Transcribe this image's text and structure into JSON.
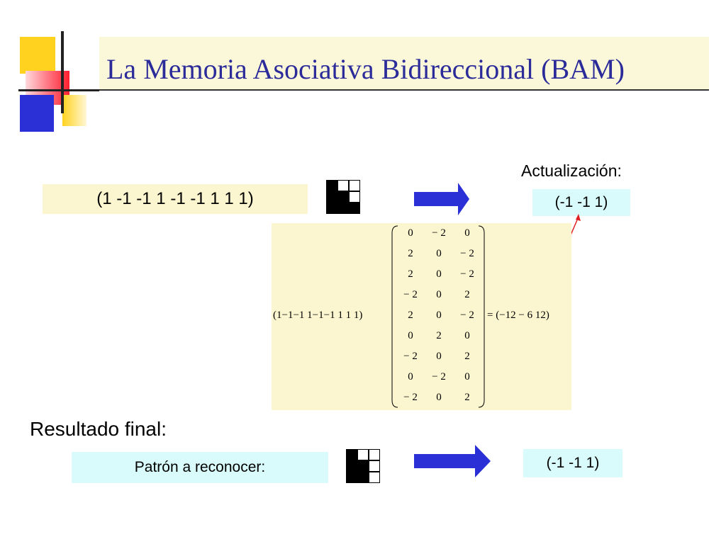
{
  "title": "La Memoria Asociativa Bidireccional (BAM)",
  "input_vector": "(1 -1 -1 1 -1 -1 1 1 1)",
  "input_pattern_grid": [
    [
      1,
      0,
      0
    ],
    [
      1,
      1,
      0
    ],
    [
      1,
      1,
      1
    ]
  ],
  "update": {
    "label": "Actualización:",
    "value": "(-1 -1 1)"
  },
  "equation": {
    "row_vector": "(1−1−1 1−1−1 1 1 1)",
    "matrix": [
      [
        "0",
        "− 2",
        "0"
      ],
      [
        "2",
        "0",
        "− 2"
      ],
      [
        "2",
        "0",
        "− 2"
      ],
      [
        "− 2",
        "0",
        "2"
      ],
      [
        "2",
        "0",
        "− 2"
      ],
      [
        "0",
        "2",
        "0"
      ],
      [
        "− 2",
        "0",
        "2"
      ],
      [
        "0",
        "− 2",
        "0"
      ],
      [
        "− 2",
        "0",
        "2"
      ]
    ],
    "result": "= (−12   − 6  12)"
  },
  "final": {
    "title": "Resultado final:",
    "box_label": "Patrón a reconocer:",
    "pattern_grid": [
      [
        1,
        0,
        0
      ],
      [
        1,
        1,
        0
      ],
      [
        1,
        1,
        0
      ]
    ],
    "result": "(-1 -1 1)"
  },
  "colors": {
    "title": "#2b2b9a",
    "arrow": "#2a2fd6",
    "yellow_box": "#fbf6cf",
    "cyan_box": "#d9fbfb",
    "red_line": "#e02020"
  }
}
